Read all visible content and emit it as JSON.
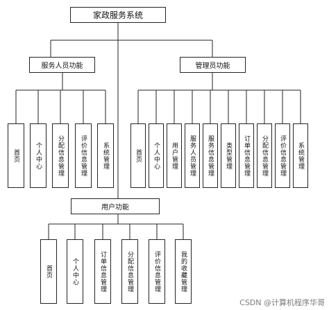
{
  "root": "家政服务系统",
  "groups": {
    "service": {
      "title": "服务人员功能",
      "items": [
        "首页",
        "个人中心",
        "分配信息管理",
        "评价信息管理",
        "系统管理"
      ]
    },
    "admin": {
      "title": "管理员功能",
      "items": [
        "首页",
        "个人中心",
        "用户管理",
        "服务人员管理",
        "服务信息管理",
        "类型管理",
        "订单信息管理",
        "分配信息管理",
        "评价信息管理",
        "系统管理"
      ]
    },
    "user": {
      "title": "用户功能",
      "items": [
        "首页",
        "个人中心",
        "订单信息管理",
        "分配信息管理",
        "评价信息管理",
        "我的收藏管理"
      ]
    }
  },
  "watermark": "CSDN @计算机程序华哥"
}
